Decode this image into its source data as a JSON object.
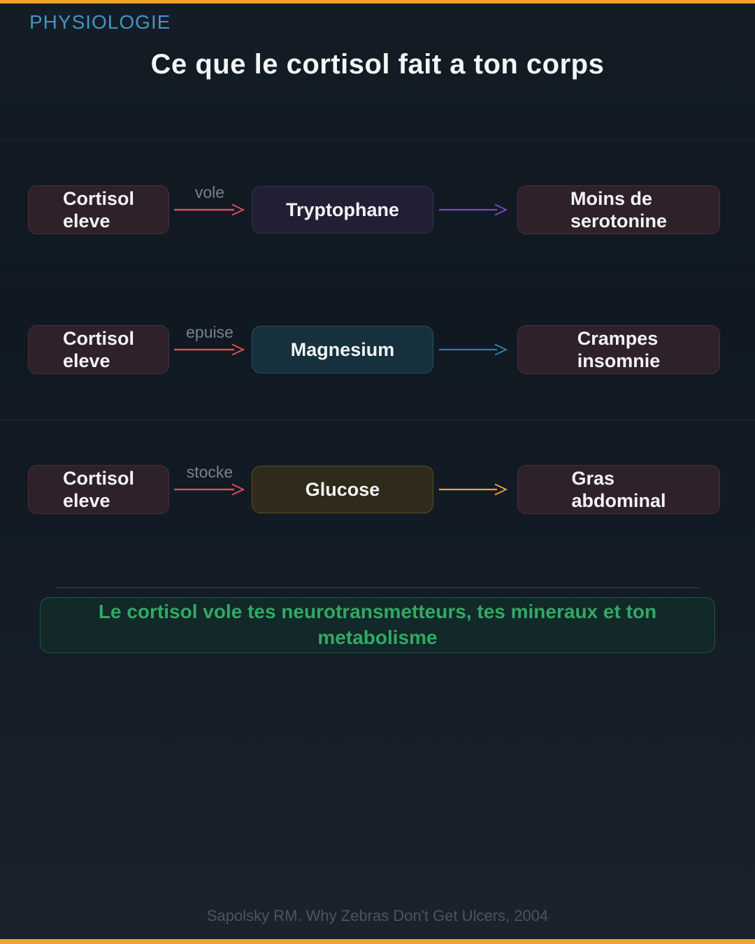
{
  "header": {
    "category": "PHYSIOLOGIE",
    "title": "Ce que le cortisol fait a ton corps"
  },
  "flow_rows": [
    {
      "cause_line1": "Cortisol",
      "cause_line2": "eleve",
      "action_label": "vole",
      "mediator": "Tryptophane",
      "effect_line1": "Moins de",
      "effect_line2": "serotonine",
      "mediator_bg": "#201f34",
      "mediator_border": "#34315a",
      "arrow_color": "#8047b8"
    },
    {
      "cause_line1": "Cortisol",
      "cause_line2": "eleve",
      "action_label": "epuise",
      "mediator": "Magnesium",
      "effect_line1": "Crampes",
      "effect_line2": "insomnie",
      "mediator_bg": "#16303d",
      "mediator_border": "#27506a",
      "arrow_color": "#2e81aa"
    },
    {
      "cause_line1": "Cortisol",
      "cause_line2": "eleve",
      "action_label": "stocke",
      "mediator": "Glucose",
      "effect_line1": "Gras",
      "effect_line2": "abdominal",
      "mediator_bg": "#2f2a1a",
      "mediator_border": "#5a4e24",
      "arrow_color": "#eaa33c"
    }
  ],
  "summary_banner": {
    "text": "Le cortisol vole tes neurotransmetteurs, tes mineraux et ton metabolisme"
  },
  "footer": {
    "citation": "Sapolsky RM. Why Zebras Don't Get Ulcers, 2004"
  },
  "palette": {
    "accent_bar": "#f0a32e",
    "category_color": "#4295c1",
    "cause_box_bg": "#2e2129",
    "cause_box_border": "#4b2e39",
    "effect_box_bg": "#2e2129",
    "effect_box_border": "#4e2e39",
    "cause_arrow": "#d5505c",
    "banner_bg": "#122829",
    "banner_border": "#1f5a41",
    "banner_text": "#31a965"
  }
}
